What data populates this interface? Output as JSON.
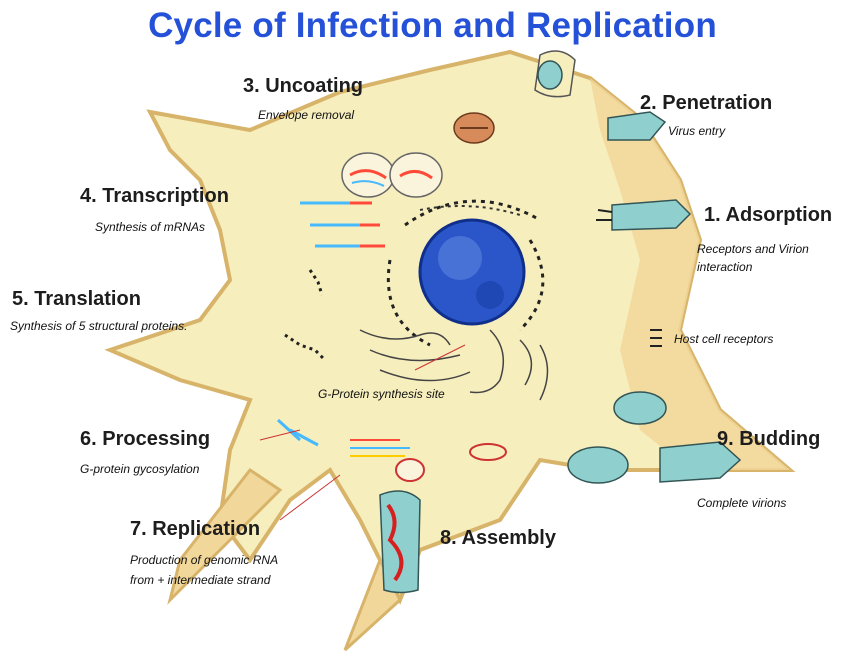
{
  "title": "Cycle of Infection and Replication",
  "colors": {
    "title": "#2451d8",
    "cytoplasm": "#f7eebd",
    "membrane": "#f2d79a",
    "nucleus": "#2a56c9",
    "virion": "#8fd0cf"
  },
  "steps": {
    "s1": {
      "label": "1. Adsorption",
      "sub1": "Receptors and Virion",
      "sub2": "interaction"
    },
    "s2": {
      "label": "2. Penetration",
      "sub1": "Virus entry"
    },
    "s3": {
      "label": "3. Uncoating",
      "sub1": "Envelope removal"
    },
    "s4": {
      "label": "4. Transcription",
      "sub1": "Synthesis of mRNAs"
    },
    "s5": {
      "label": "5. Translation",
      "sub1": "Synthesis of 5 structural proteins."
    },
    "s6": {
      "label": "6. Processing",
      "sub1": "G-protein gycosylation"
    },
    "s7": {
      "label": "7. Replication",
      "sub1": "Production of genomic RNA",
      "sub2": "from + intermediate strand"
    },
    "s8": {
      "label": "8. Assembly"
    },
    "s9": {
      "label": "9. Budding",
      "sub1": "Complete virions"
    }
  },
  "annotations": {
    "host_receptors": "Host cell receptors",
    "gprotein_site": "G-Protein synthesis site"
  }
}
